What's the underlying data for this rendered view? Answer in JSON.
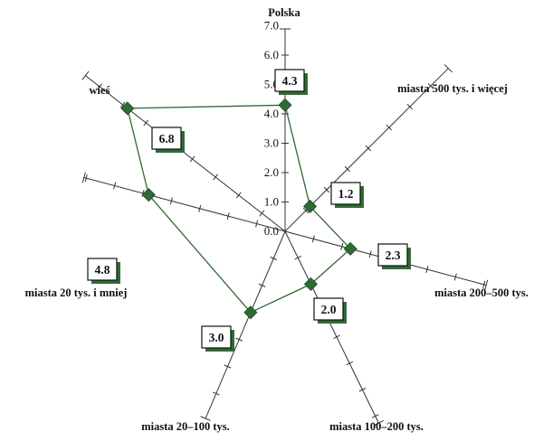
{
  "chart_data": {
    "type": "radar",
    "title": "",
    "axis_min": 0,
    "axis_max": 7,
    "tick_labels": [
      "0.0",
      "1.0",
      "2.0",
      "3.0",
      "4.0",
      "5.0",
      "6.0",
      "7.0"
    ],
    "categories": [
      "Polska",
      "miasta 500 tys. i więcej",
      "miasta 200–500 tys.",
      "miasta 100–200 tys.",
      "miasta 20–100 tys.",
      "miasta 20 tys. i mniej",
      "wieś"
    ],
    "values": [
      4.3,
      1.2,
      2.3,
      2.0,
      3.0,
      4.8,
      6.8
    ],
    "value_labels": [
      "4.3",
      "1.2",
      "2.3",
      "2.0",
      "3.0",
      "4.8",
      "6.8"
    ],
    "colors": {
      "marker": "#2e6b34",
      "line": "#2e6b34",
      "axis": "#333333",
      "box_shadow": "#2e6b34"
    }
  }
}
